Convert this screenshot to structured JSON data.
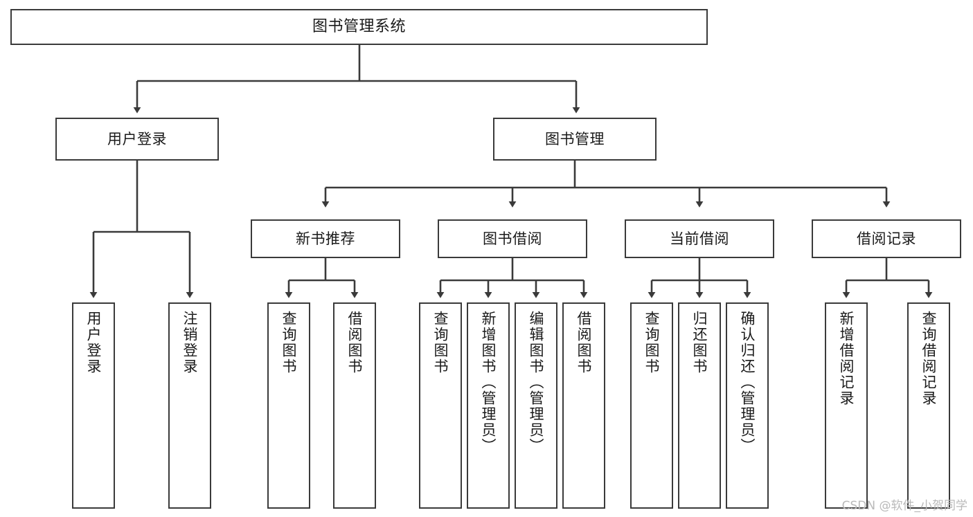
{
  "diagram": {
    "title": "图书管理系统",
    "watermark": "CSDN @软件_小贺同学",
    "line_color": "#3a3a3a",
    "box_fill": "#ffffff",
    "text_color": "#1a1a1a",
    "watermark_color": "#b9b9b9"
  },
  "nodes": {
    "root": {
      "label": "图书管理系统"
    },
    "level2": [
      {
        "label": "用户登录"
      },
      {
        "label": "图书管理"
      }
    ],
    "level3": [
      {
        "label": "新书推荐"
      },
      {
        "label": "图书借阅"
      },
      {
        "label": "当前借阅"
      },
      {
        "label": "借阅记录"
      }
    ],
    "leaves": {
      "user_login": [
        {
          "label": "用户登录"
        },
        {
          "label": "注销登录"
        }
      ],
      "new_book": [
        {
          "label": "查询图书"
        },
        {
          "label": "借阅图书"
        }
      ],
      "book_borrow": [
        {
          "label": "查询图书"
        },
        {
          "label": "新增图书（管理员）"
        },
        {
          "label": "编辑图书（管理员）"
        },
        {
          "label": "借阅图书"
        }
      ],
      "current_borrow": [
        {
          "label": "查询图书"
        },
        {
          "label": "归还图书"
        },
        {
          "label": "确认归还（管理员）"
        }
      ],
      "borrow_record": [
        {
          "label": "新增借阅记录"
        },
        {
          "label": "查询借阅记录"
        }
      ]
    }
  }
}
